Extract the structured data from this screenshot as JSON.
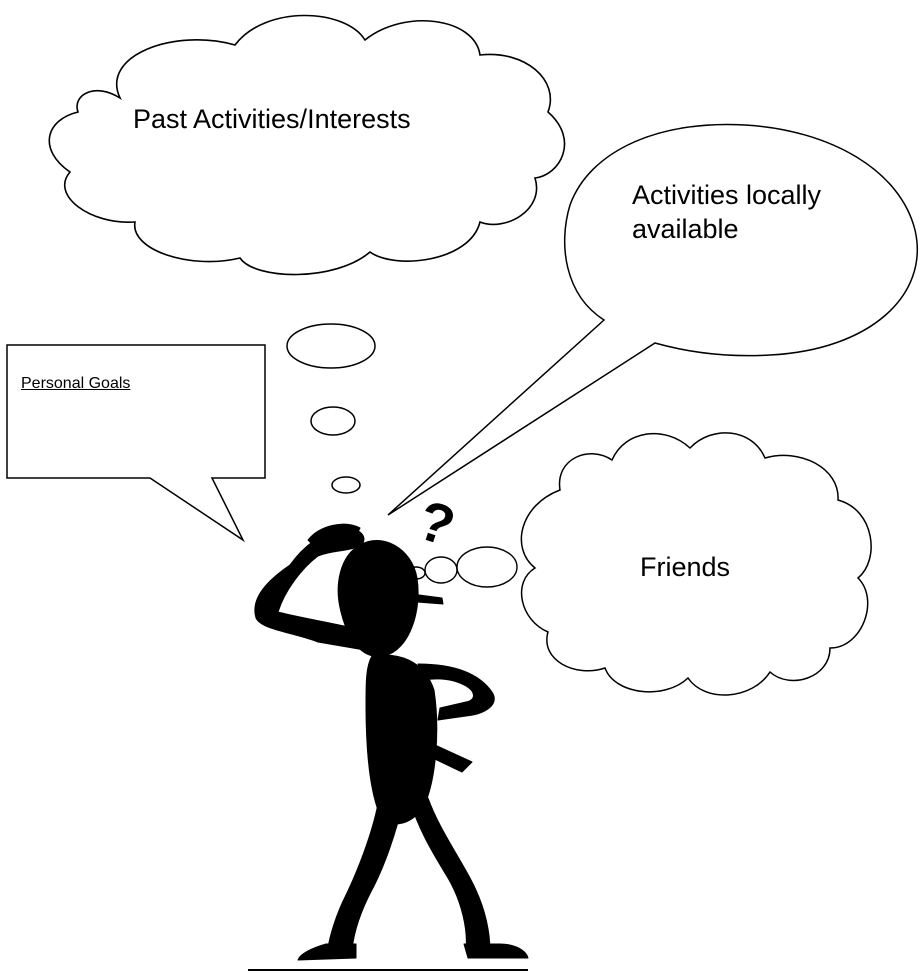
{
  "bubbles": {
    "past": "Past Activities/Interests",
    "local_line1": "Activities locally",
    "local_line2": "available",
    "friends": "Friends",
    "goals": "Personal Goals"
  },
  "mark": "?",
  "colors": {
    "ink": "#000000",
    "paper": "#ffffff"
  }
}
